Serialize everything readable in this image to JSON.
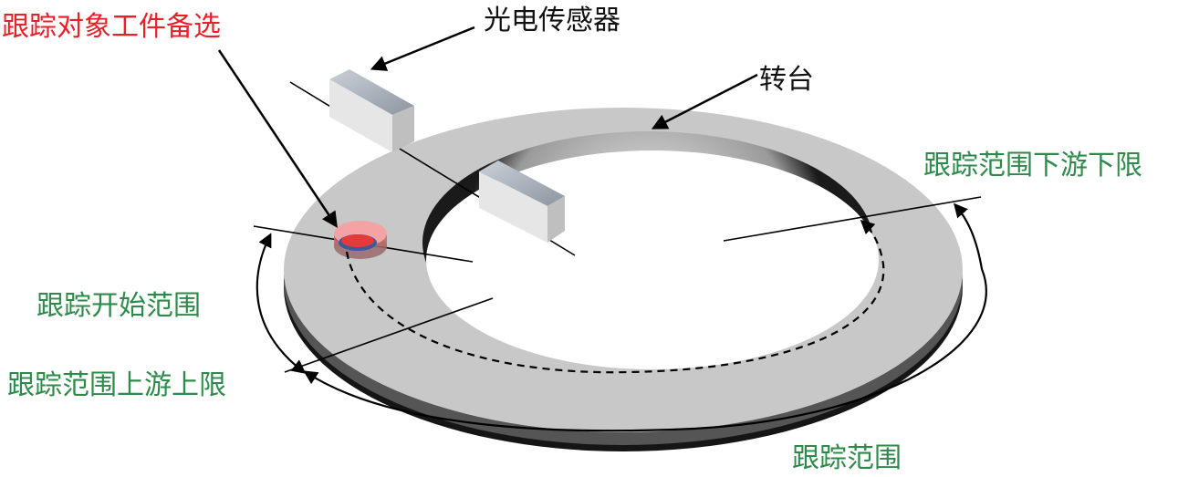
{
  "labels": {
    "candidate": "跟踪对象工件备选",
    "sensor": "光电传感器",
    "turntable": "转台",
    "downstream_limit": "跟踪范围下游下限",
    "tracking_start": "跟踪开始范围",
    "upstream_limit": "跟踪范围上游上限",
    "tracking_range": "跟踪范围"
  },
  "colors": {
    "annotation_red": "#e8202a",
    "annotation_green": "#2e8a4a",
    "annotation_black": "#111111",
    "turntable_top": "#c8c8c8",
    "workpiece": "#e53a3a"
  }
}
